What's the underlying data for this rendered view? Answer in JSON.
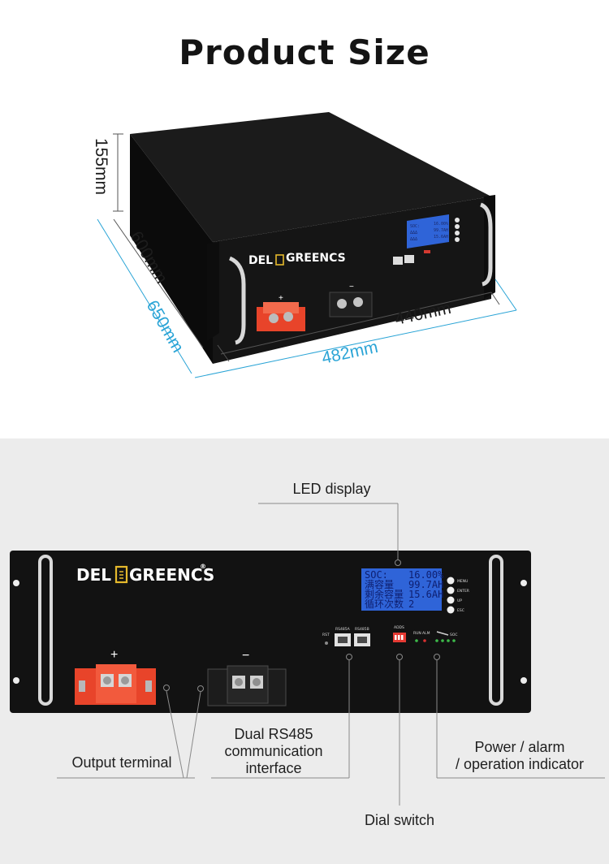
{
  "title": "Product  Size",
  "dimensions": {
    "height": "155mm",
    "depth_body": "600mm",
    "depth_total": "650mm",
    "width_body": "440mm",
    "width_total": "482mm"
  },
  "brand": {
    "name_left": "DEL",
    "name_right": "GREENCS",
    "registered": "®"
  },
  "lcd": {
    "rows": [
      {
        "label": "SOC:",
        "value": "16.00%"
      },
      {
        "label": "满容量",
        "value": "99.7AH"
      },
      {
        "label": "剩余容量",
        "value": "15.6AH"
      },
      {
        "label": "循环次数",
        "value": "2"
      }
    ],
    "buttons": [
      "MENU",
      "ENTER",
      "UP",
      "ESC"
    ]
  },
  "ports": {
    "rst": "RST",
    "rs485a": "RS485A",
    "rs485b": "RS485B",
    "adds": "ADDS",
    "run": "RUN",
    "alm": "ALM",
    "soc": "SOC"
  },
  "terminals": {
    "positive": "+",
    "negative": "−"
  },
  "callouts": {
    "led_display": "LED display",
    "rs485_line1": "Dual RS485",
    "rs485_line2": "communication",
    "rs485_line3": "interface",
    "output_terminal": "Output terminal",
    "indicator_line1": "Power / alarm",
    "indicator_line2": "/ operation indicator",
    "dial_switch": "Dial switch"
  },
  "colors": {
    "case": "#121212",
    "positive_terminal": "#e8442a",
    "lcd_background": "#2f64d8",
    "dimension_blue": "#2aa4d6",
    "panel_background": "#ececec"
  }
}
